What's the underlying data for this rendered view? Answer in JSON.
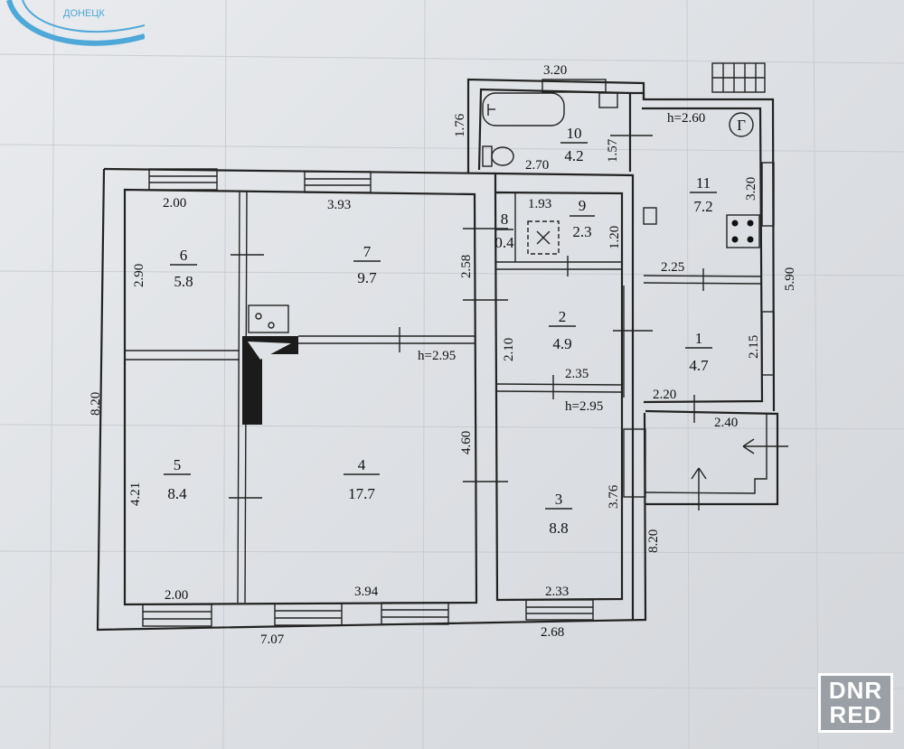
{
  "rooms": [
    {
      "number": "1",
      "area": "4.7"
    },
    {
      "number": "2",
      "area": "4.9"
    },
    {
      "number": "3",
      "area": "8.8"
    },
    {
      "number": "4",
      "area": "17.7"
    },
    {
      "number": "5",
      "area": "8.4"
    },
    {
      "number": "6",
      "area": "5.8"
    },
    {
      "number": "7",
      "area": "9.7"
    },
    {
      "number": "8",
      "area": "0.4"
    },
    {
      "number": "9",
      "area": "2.3"
    },
    {
      "number": "10",
      "area": "4.2"
    },
    {
      "number": "11",
      "area": "7.2"
    }
  ],
  "dimensions": {
    "d_top_10": "3.20",
    "d_left_10": "1.76",
    "d_bottom_10": "2.70",
    "d_right_10": "1.57",
    "d_top_6": "2.00",
    "d_top_7": "3.93",
    "d_left_6": "2.90",
    "d_right_7": "2.58",
    "d_top_9": "1.93",
    "d_right_9": "1.20",
    "d_right_11": "3.20",
    "d_outer_right": "5.90",
    "d_room1_top": "2.25",
    "d_room1_right": "2.15",
    "d_room2_left": "2.10",
    "d_room2_bottom": "2.35",
    "d_room1_bottom": "2.20",
    "d_porch": "2.40",
    "d_outer_left": "8.20",
    "d_left_5": "4.21",
    "d_right_4": "4.60",
    "d_right_3": "3.76",
    "d_outer_right_lower": "8.20",
    "d_bottom_5": "2.00",
    "d_bottom_4": "3.94",
    "d_bottom_3": "2.33",
    "d_outer_bottom_left": "7.07",
    "d_outer_bottom_right": "2.68"
  },
  "heights": {
    "h_kitchen": "h=2.60",
    "h_main": "h=2.95",
    "h_room3": "h=2.95"
  },
  "symbols": {
    "gas_meter": "Г"
  },
  "watermark": {
    "line1": "DNR",
    "line2": "RED"
  },
  "stamp_text": "ДОНЕЦК"
}
